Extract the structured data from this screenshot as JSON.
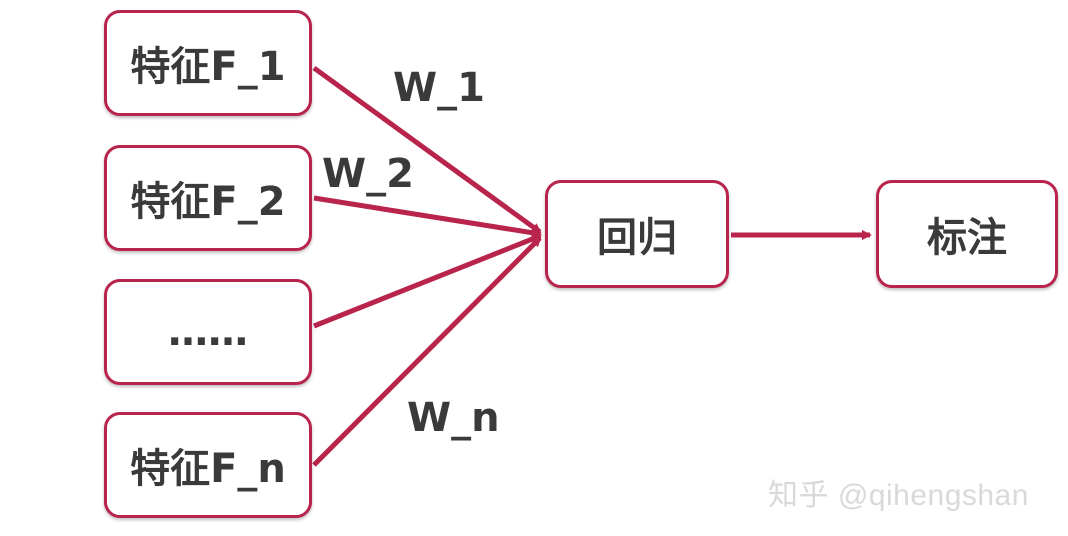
{
  "nodes": {
    "feature_1": "特征F_1",
    "feature_2": "特征F_2",
    "feature_ellipsis": "……",
    "feature_n": "特征F_n",
    "regression": "回归",
    "label": "标注"
  },
  "weights": {
    "w1": "W_1",
    "w2": "W_2",
    "wn": "W_n"
  },
  "watermark": "知乎 @qihengshan",
  "colors": {
    "accent": "#b8244b",
    "text": "#3a3a3a",
    "watermark": "#d9d9d9"
  }
}
